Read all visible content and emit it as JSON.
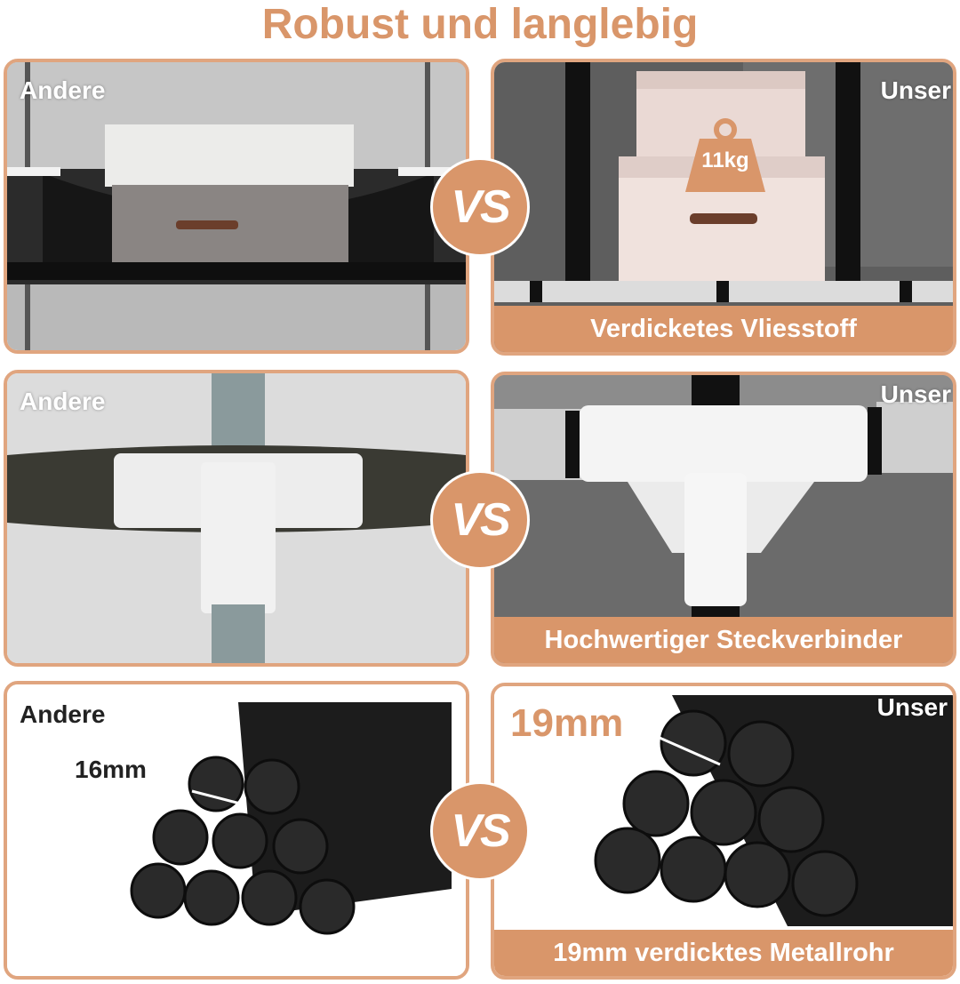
{
  "title": "Robust und langlebig",
  "vs_label": "VS",
  "rows": [
    {
      "left": {
        "tag": "Andere"
      },
      "right": {
        "tag": "Unser",
        "banner": "Verdicketes Vliesstoff",
        "weight": "11kg"
      }
    },
    {
      "left": {
        "tag": "Andere"
      },
      "right": {
        "tag": "Unser",
        "banner": "Hochwertiger Steckverbinder"
      }
    },
    {
      "left": {
        "tag": "Andere",
        "diameter": "16mm"
      },
      "right": {
        "tag": "Unser",
        "diameter": "19mm",
        "banner": "19mm verdicktes Metallrohr"
      }
    }
  ],
  "colors": {
    "accent": "#d9966a",
    "border": "#e0a57f",
    "tube": "#1c1c1c"
  }
}
